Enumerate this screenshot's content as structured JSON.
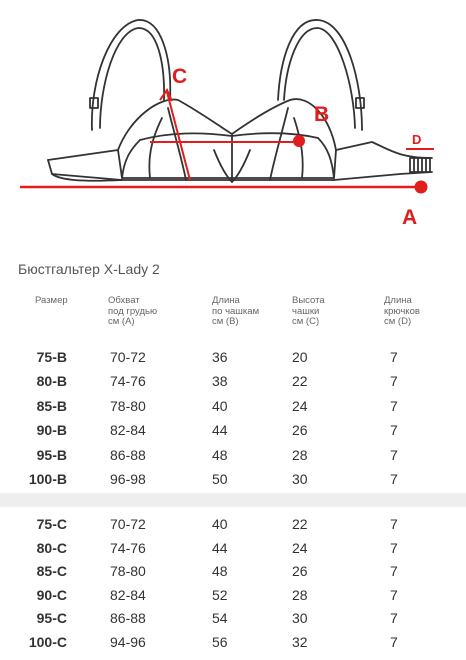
{
  "diagram": {
    "labels": {
      "a": "A",
      "b": "B",
      "c": "C",
      "d": "D"
    },
    "accent_color": "#e11d1d",
    "line_color": "#333333"
  },
  "product_title": "Бюстгальтер X-Lady 2",
  "columns": [
    [
      "Размер"
    ],
    [
      "Обхват",
      "под грудью",
      "см (A)"
    ],
    [
      "Длина",
      "по чашкам",
      "см (B)"
    ],
    [
      "Высота",
      "чашки",
      "см (C)"
    ],
    [
      "Длина",
      "крючков",
      "см (D)"
    ]
  ],
  "group_b": [
    [
      "75-B",
      "70-72",
      "36",
      "20",
      "7"
    ],
    [
      "80-B",
      "74-76",
      "38",
      "22",
      "7"
    ],
    [
      "85-B",
      "78-80",
      "40",
      "24",
      "7"
    ],
    [
      "90-B",
      "82-84",
      "44",
      "26",
      "7"
    ],
    [
      "95-B",
      "86-88",
      "48",
      "28",
      "7"
    ],
    [
      "100-B",
      "96-98",
      "50",
      "30",
      "7"
    ]
  ],
  "group_c": [
    [
      "75-C",
      "70-72",
      "40",
      "22",
      "7"
    ],
    [
      "80-C",
      "74-76",
      "44",
      "24",
      "7"
    ],
    [
      "85-C",
      "78-80",
      "48",
      "26",
      "7"
    ],
    [
      "90-C",
      "82-84",
      "52",
      "28",
      "7"
    ],
    [
      "95-C",
      "86-88",
      "54",
      "30",
      "7"
    ],
    [
      "100-C",
      "94-96",
      "56",
      "32",
      "7"
    ]
  ]
}
